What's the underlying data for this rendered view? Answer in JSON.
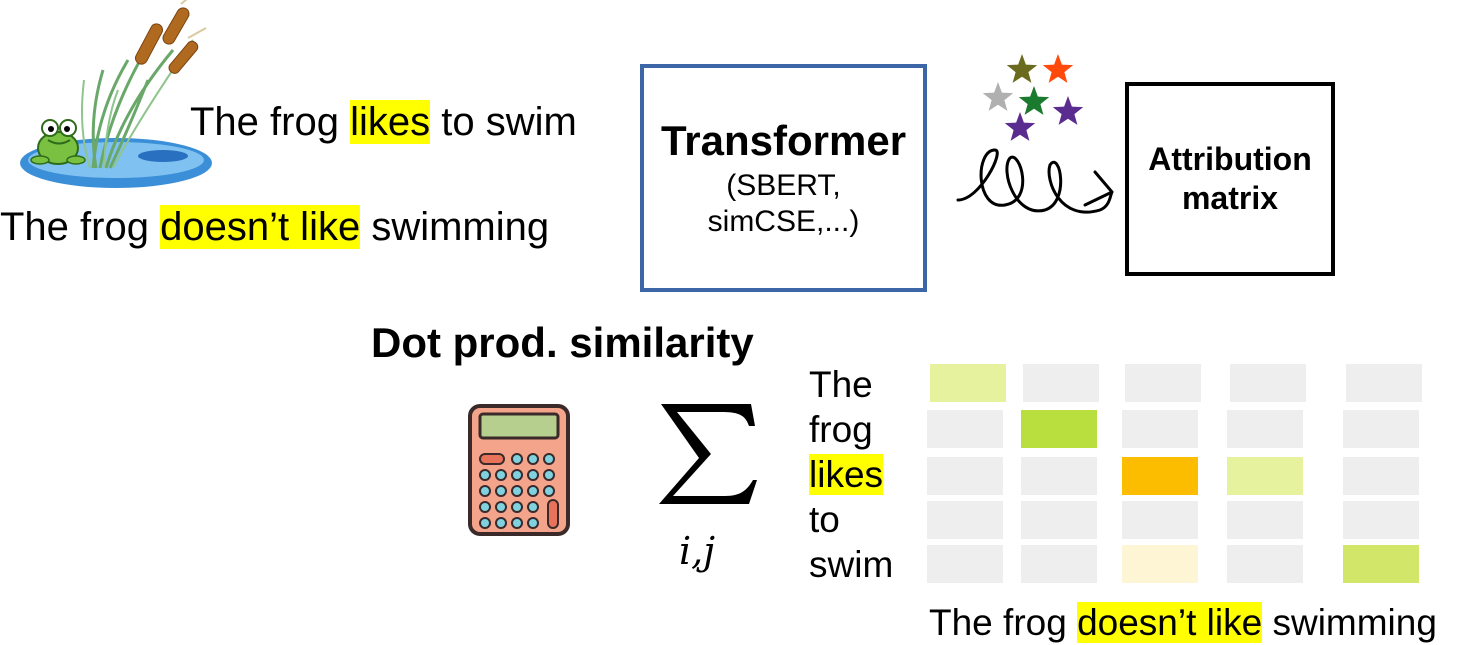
{
  "sentence_1": {
    "before": "The frog ",
    "highlight": "likes",
    "after": " to swim"
  },
  "sentence_2": {
    "before": "The frog ",
    "highlight": "doesn’t like",
    "after": " swimming"
  },
  "transformer": {
    "title": "Transformer",
    "subtitle_line1": "(SBERT,",
    "subtitle_line2": "simCSE,...)"
  },
  "attribution": {
    "label": "Attribution\nmatrix"
  },
  "dot_product": {
    "title": "Dot prod. similarity"
  },
  "sum_symbol": {
    "subscript": "i,j"
  },
  "matrix": {
    "row_labels": [
      "The",
      "frog",
      "likes",
      "to",
      "swim"
    ],
    "highlighted_row": 2,
    "colors": [
      [
        "#e6f29e",
        "#eeeeee",
        "#eeeeee",
        "#eeeeee",
        "#eeeeee"
      ],
      [
        "#eeeeee",
        "#b9df3e",
        "#eeeeee",
        "#eeeeee",
        "#eeeeee"
      ],
      [
        "#eeeeee",
        "#eeeeee",
        "#fcbd00",
        "#e6f29e",
        "#eeeeee"
      ],
      [
        "#eeeeee",
        "#eeeeee",
        "#eeeeee",
        "#eeeeee",
        "#eeeeee"
      ],
      [
        "#eeeeee",
        "#eeeeee",
        "#fdf5d3",
        "#eeeeee",
        "#d2e66a"
      ]
    ]
  },
  "star_colors": [
    "#6b6b1f",
    "#ff4a0c",
    "#b0b0b0",
    "#1a7a2e",
    "#5b2c8f",
    "#5b2c8f"
  ],
  "highlight_color": "#ffff00",
  "accent_color": "#3c66a5"
}
